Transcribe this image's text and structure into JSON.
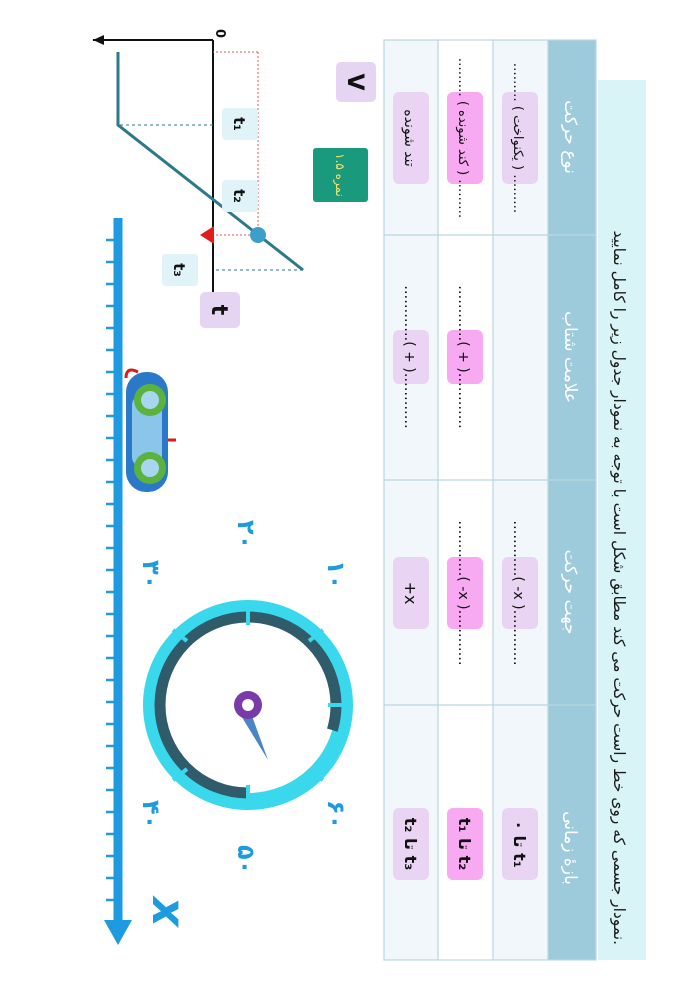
{
  "instruction": "نمودار جسمی که روی خط راست حرکت می کند مطابق شکل است با توجه به نمودار جدول زیر را کامل نمایید.",
  "score_badge": "۱.۵ نمره",
  "colors": {
    "header_bg": "#9ecbdc",
    "instruction_bg": "#d9f4f6",
    "row1_bg": "#f1f7fa",
    "row3_bg": "#f1f7fa",
    "pink_chip": "#f7a9f2",
    "lilac_chip": "#e9d4f3",
    "score_bg": "#1a9a7c",
    "axis_blue": "#1e9be0",
    "graph_line": "#2b7a8a",
    "ring_cyan": "#39d8ec",
    "ring_dark": "#2f5b6a"
  },
  "table": {
    "headers": [
      "بازهٔ زمانی",
      "جهت حرکت",
      "علامت شتاب",
      "نوع حرکت"
    ],
    "rows": [
      {
        "interval": "۰ تا t₁",
        "direction": "…………( -x )…………",
        "acceleration": "",
        "motion_type": "……… ( یکنواخت ) ………"
      },
      {
        "interval": "t₁ تا t₂",
        "direction": "…………( -x )…………",
        "acceleration": "…………( + )…………",
        "motion_type": "……… ( کند شونده ) ………"
      },
      {
        "interval": "t₂ تا t₃",
        "direction": "+x",
        "acceleration": "…………( + )…………",
        "motion_type": "تند شونده"
      }
    ]
  },
  "graph": {
    "v_label": "V",
    "t_label": "t",
    "origin_label": "0",
    "t1_label": "t₁",
    "t2_label": "t₂",
    "t3_label": "t₃"
  },
  "illustration": {
    "x_label": "x",
    "car_icon": "car-icon",
    "speedometer_icon": "speedometer-icon",
    "marks": [
      "۱۰",
      "۲۰",
      "۳۰",
      "۴۰",
      "۵۰",
      "۶۰"
    ]
  }
}
